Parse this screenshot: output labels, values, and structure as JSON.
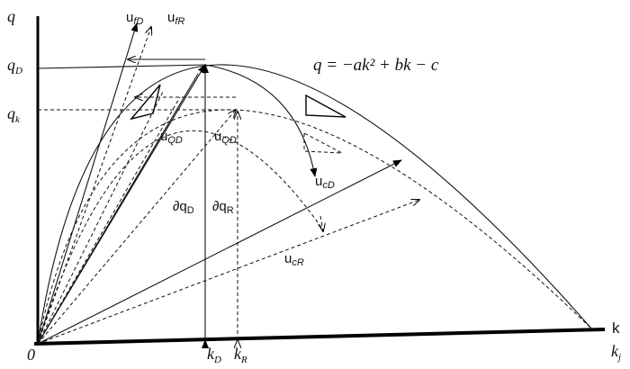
{
  "axes": {
    "y_label": "q",
    "x_label": "k",
    "x_label_2": "k",
    "x_label_2_sub": "j",
    "origin": "0"
  },
  "y_ticks": {
    "qD": {
      "main": "q",
      "sub": "D"
    },
    "qk": {
      "main": "q",
      "sub": "k"
    }
  },
  "x_ticks": {
    "kD": {
      "main": "k",
      "sub": "D"
    },
    "kR": {
      "main": "k",
      "sub": "R"
    }
  },
  "equation": "q = −ak² + bk − c",
  "vectors": {
    "ufD": {
      "main": "u",
      "sub": "fD"
    },
    "ufR": {
      "main": "u",
      "sub": "fR"
    },
    "uQD_solid": {
      "main": "u",
      "sub": "QD"
    },
    "uQD_dashed": {
      "main": "u",
      "sub": "QD"
    },
    "ucD": {
      "main": "u",
      "sub": "cD"
    },
    "ucR": {
      "main": "u",
      "sub": "cR"
    }
  },
  "flows": {
    "dqD": {
      "main": "∂q",
      "sub": "D"
    },
    "dqR": {
      "main": "∂q",
      "sub": "R"
    }
  }
}
